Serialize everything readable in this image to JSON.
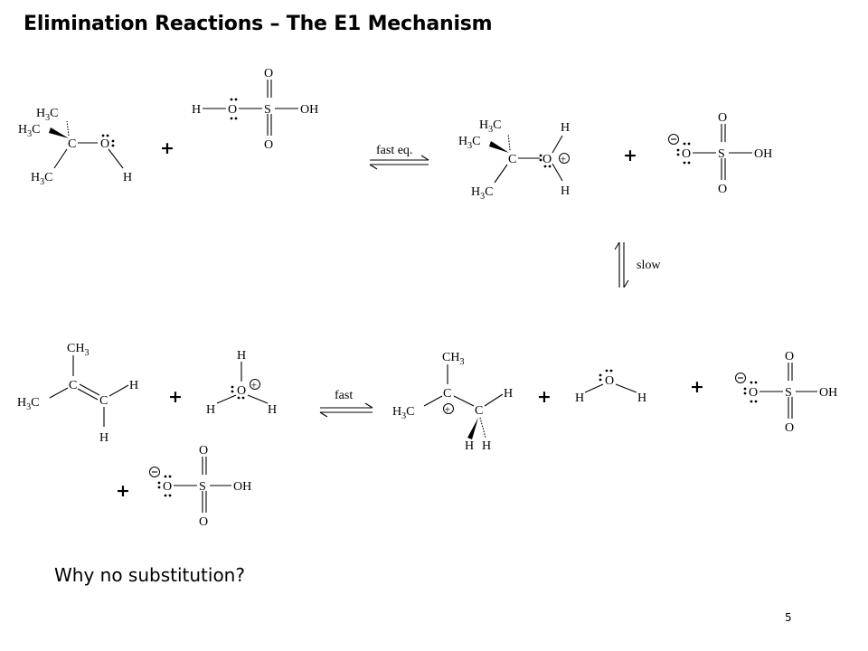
{
  "slide": {
    "title": "Elimination Reactions – The E1 Mechanism",
    "question": "Why no substitution?",
    "page_number": "5"
  },
  "arrows": {
    "fast_eq": "fast eq.",
    "slow": "slow",
    "fast": "fast"
  },
  "atoms": {
    "C": "C",
    "O": "O",
    "S": "S",
    "H": "H",
    "OH": "OH",
    "H3C_main": "H",
    "H3C_sub": "3",
    "H3C_tail": "C",
    "CH3_head": "CH",
    "CH3_sub": "3"
  },
  "symbols": {
    "plus": "+",
    "positive_charge": "+",
    "negative_charge": "−"
  }
}
